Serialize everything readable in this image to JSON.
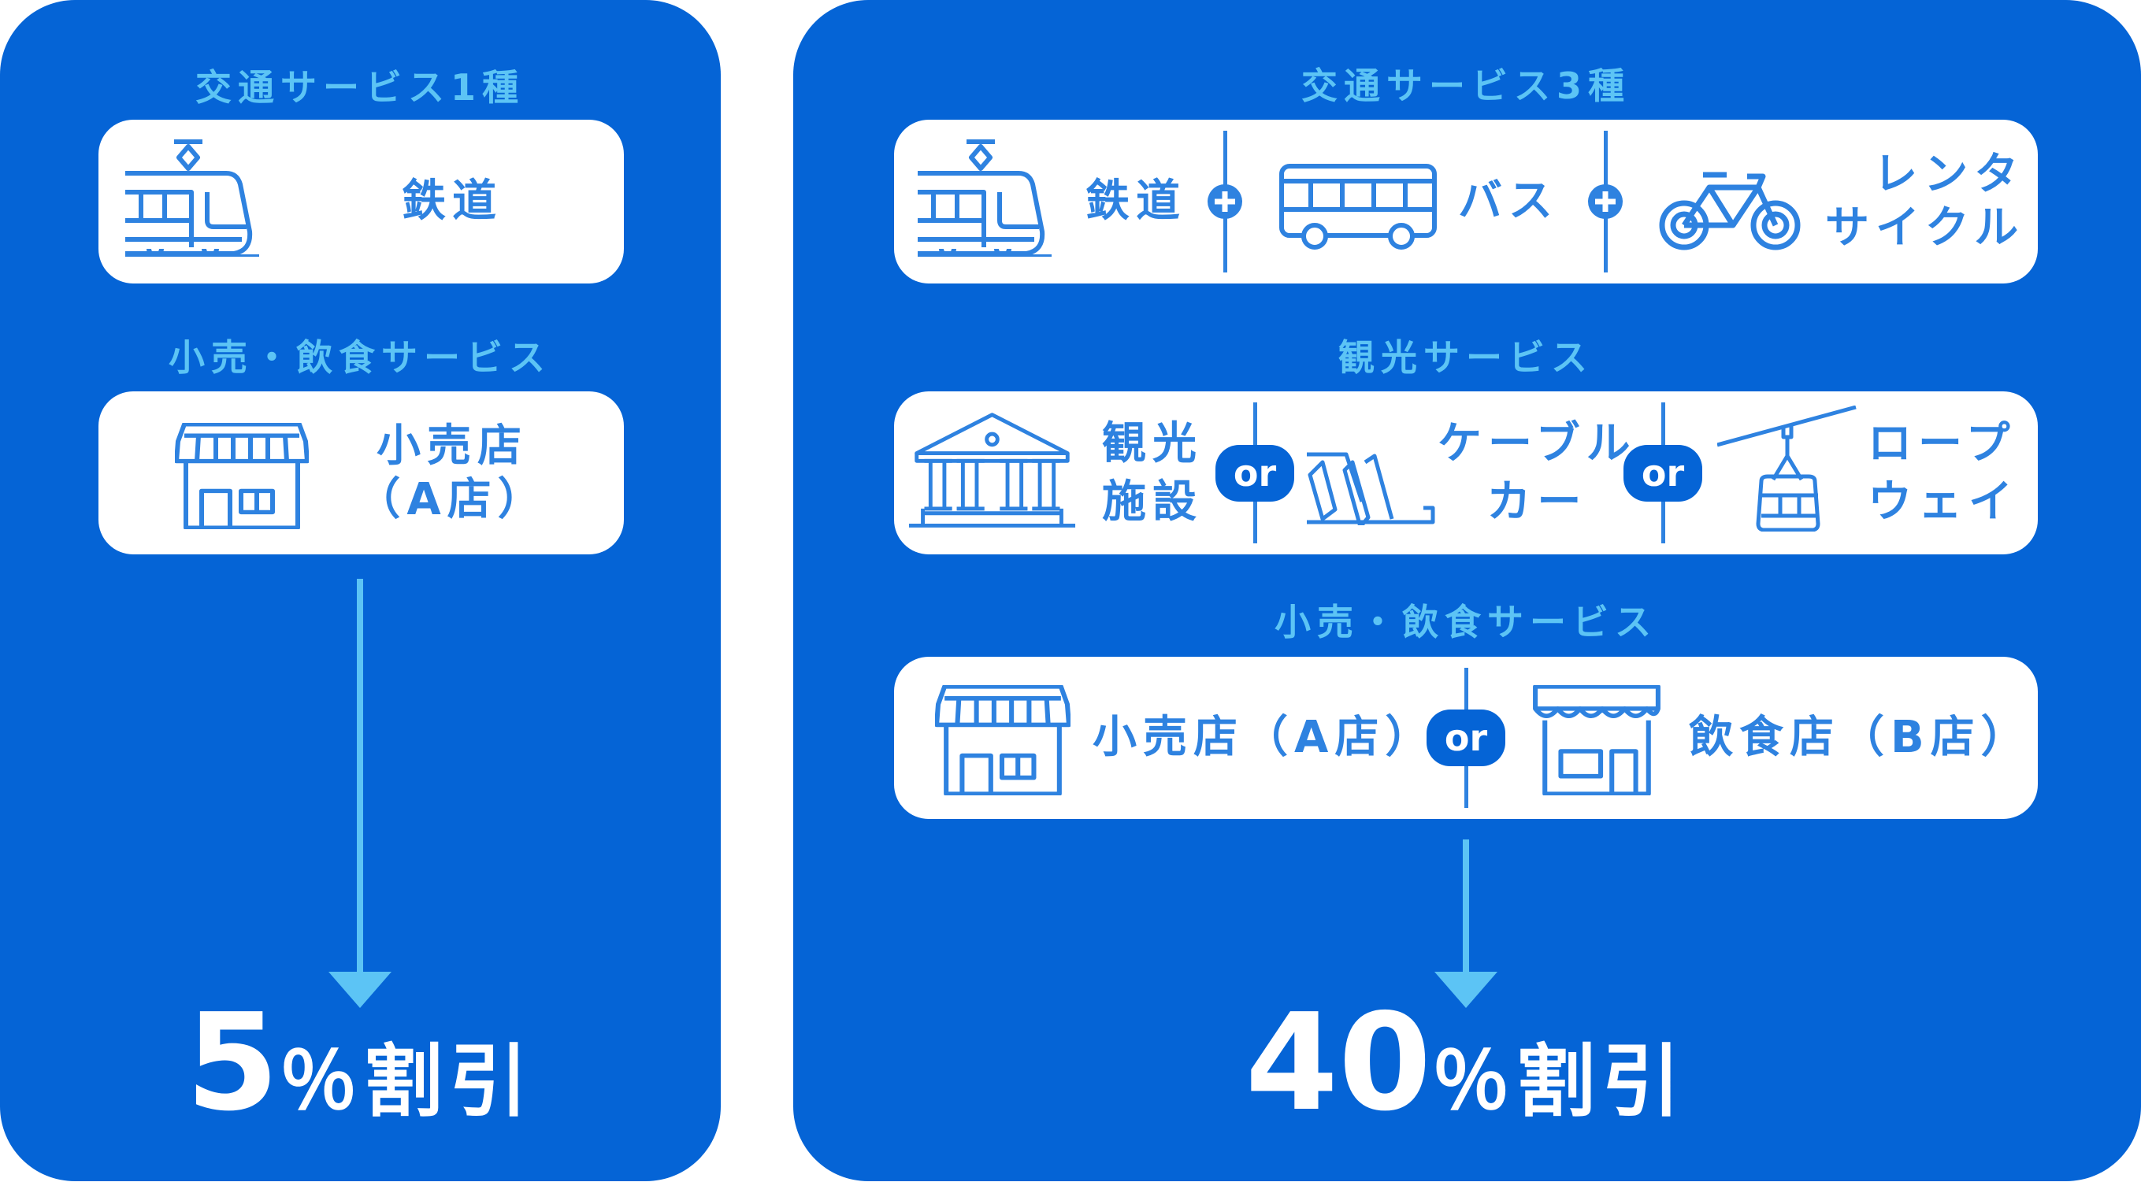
{
  "colors": {
    "panel": "#0564d6",
    "label": "#5cc4f5",
    "icon": "#2e82e0",
    "card": "#ffffff"
  },
  "left": {
    "transport_label": "交通サービス1種",
    "railway": "鉄道",
    "retail_label": "小売・飲食サービス",
    "shop_line1": "小売店",
    "shop_line2": "（A店）",
    "discount_number": "5",
    "discount_rest": "％割引"
  },
  "right": {
    "transport_label": "交通サービス3種",
    "railway": "鉄道",
    "bus": "バス",
    "bike_line1": "レンタ",
    "bike_line2": "サイクル",
    "sightseeing_label": "観光サービス",
    "facility_line1": "観光",
    "facility_line2": "施設",
    "cablecar_line1": "ケーブル",
    "cablecar_line2": "カー",
    "ropeway_line1": "ロープ",
    "ropeway_line2": "ウェイ",
    "or": "or",
    "retail_label": "小売・飲食サービス",
    "shop": "小売店（A店）",
    "restaurant": "飲食店（B店）",
    "discount_number": "40",
    "discount_rest": "％割引"
  }
}
